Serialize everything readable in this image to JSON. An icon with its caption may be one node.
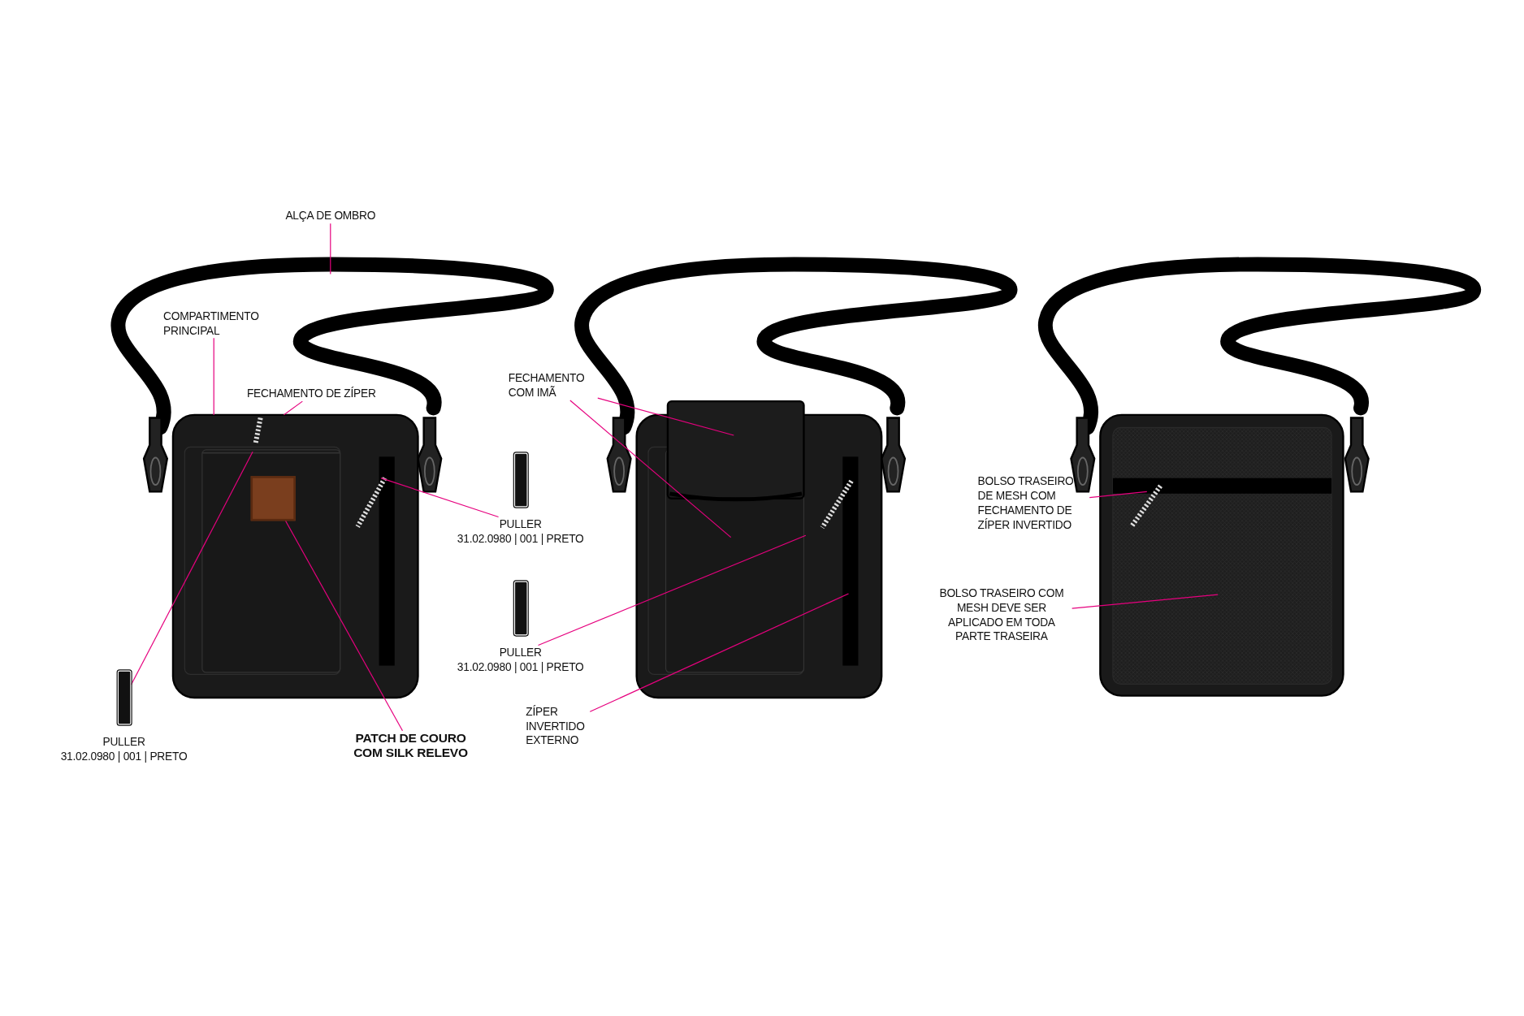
{
  "diagram": {
    "nodes": [
      {
        "text": [
          "ALÇA DE OMBRO"
        ]
      },
      {
        "text": [
          "COMPARTIMENTO PRINCIPAL"
        ]
      },
      {
        "text": [
          "FECHAMENTO DE ZÍPER"
        ]
      },
      {
        "text": [
          "PULLER",
          "31.02.0980 | 001 | PRETO"
        ]
      },
      {
        "text": [
          "PATCH DE COURO COM SILK RELEVO"
        ]
      },
      {
        "text": [
          "PULLER",
          "31.02.0980 | 001 | PRETO"
        ]
      },
      {
        "text": [
          "FECHAMENTO COM IMÃ"
        ]
      },
      {
        "text": [
          "PULLER",
          "31.02.0980 | 001 | PRETO"
        ]
      },
      {
        "text": [
          "ZÍPER INVERTIDO EXTERNO"
        ]
      },
      {
        "text": [
          "BOLSO TRASEIRO DE MESH COM FECHAMENTO DE ZÍPER INVERTIDO"
        ]
      },
      {
        "text": [
          "BOLSO TRASEIRO COM MESH DEVE SER APLICADO EM TODA PARTE TRASEIRA"
        ]
      },
      {
        "text": [],
        "shape": "box"
      }
    ],
    "edges": [
      {
        "from": 0,
        "to": null,
        "arrow": "none"
      },
      {
        "from": 1,
        "to": null,
        "arrow": "none"
      },
      {
        "from": 2,
        "to": null,
        "arrow": "none"
      },
      {
        "from": 3,
        "to": null,
        "arrow": "none"
      },
      {
        "from": 4,
        "to": 11,
        "arrow": "none"
      },
      {
        "from": 5,
        "to": null,
        "arrow": "none"
      },
      {
        "from": 6,
        "to": null,
        "arrow": "none"
      },
      {
        "from": 6,
        "to": null,
        "arrow": "none"
      },
      {
        "from": 7,
        "to": null,
        "arrow": "none"
      },
      {
        "from": 8,
        "to": null,
        "arrow": "none"
      },
      {
        "from": 9,
        "to": null,
        "arrow": "none"
      },
      {
        "from": 10,
        "to": null,
        "arrow": "none"
      }
    ]
  }
}
